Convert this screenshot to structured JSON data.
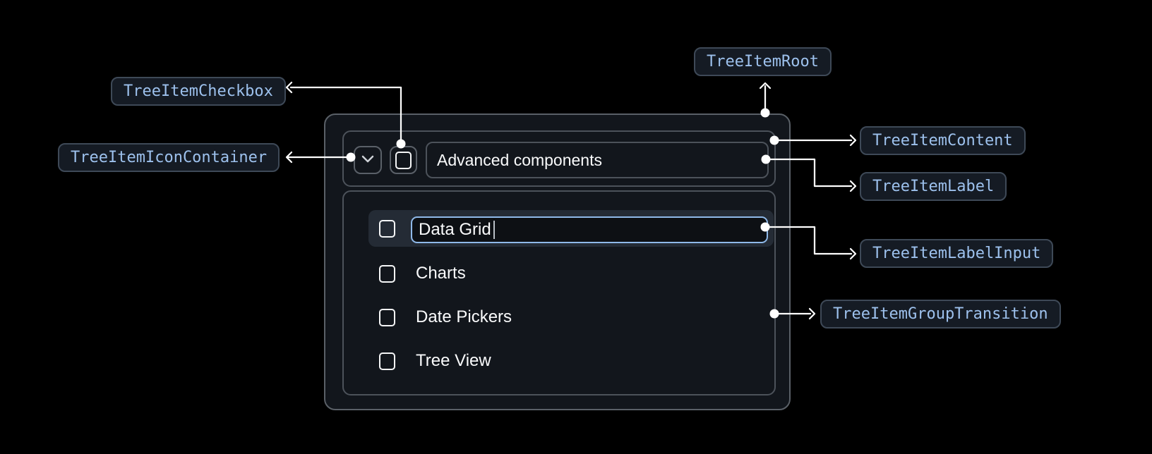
{
  "ui": {
    "colors": {
      "background": "#000000",
      "panel_background": "#12161c",
      "panel_border": "#5a6067",
      "inner_border": "#4c525a",
      "highlight_row_background": "#242b35",
      "input_border_accent": "#8fb9e9",
      "badge_background": "#151b24",
      "badge_border": "#3e4957",
      "badge_text": "#9dc1ed",
      "text_primary": "#fafbfc",
      "connector": "#ffffff"
    },
    "icons": {
      "expand": "chevron-down",
      "checkbox": "square-outline-unchecked"
    },
    "tree": {
      "parent_label": "Advanced components",
      "children": [
        {
          "label": "Data Grid",
          "editing": true,
          "checked": false
        },
        {
          "label": "Charts",
          "editing": false,
          "checked": false
        },
        {
          "label": "Date Pickers",
          "editing": false,
          "checked": false
        },
        {
          "label": "Tree View",
          "editing": false,
          "checked": false
        }
      ]
    },
    "annotations": {
      "root": "TreeItemRoot",
      "checkbox": "TreeItemCheckbox",
      "icon_container": "TreeItemIconContainer",
      "content": "TreeItemContent",
      "label": "TreeItemLabel",
      "label_input": "TreeItemLabelInput",
      "group_transition": "TreeItemGroupTransition"
    }
  }
}
